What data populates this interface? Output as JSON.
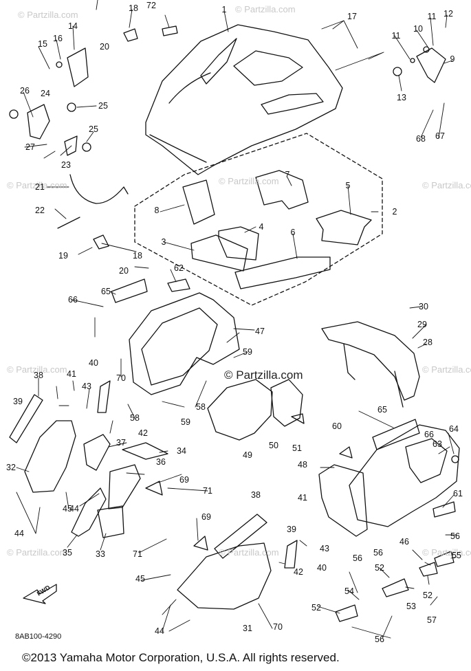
{
  "watermark": "© Partzilla.com",
  "center_watermark": "© Partzilla.com",
  "diagram_code": "8AB100-4290",
  "copyright": "©2013 Yamaha Motor Corporation, U.S.A. All rights reserved.",
  "forward_arrow": "FWD",
  "callouts": [
    "1",
    "2",
    "3",
    "4",
    "5",
    "6",
    "7",
    "8",
    "9",
    "10",
    "11",
    "11",
    "12",
    "13",
    "14",
    "15",
    "16",
    "17",
    "18",
    "18",
    "19",
    "20",
    "20",
    "21",
    "22",
    "23",
    "24",
    "25",
    "25",
    "26",
    "27",
    "28",
    "29",
    "30",
    "31",
    "32",
    "33",
    "34",
    "35",
    "36",
    "37",
    "38",
    "38",
    "39",
    "39",
    "40",
    "40",
    "41",
    "41",
    "42",
    "42",
    "43",
    "43",
    "44",
    "44",
    "44",
    "45",
    "45",
    "46",
    "47",
    "48",
    "49",
    "50",
    "51",
    "52",
    "52",
    "52",
    "53",
    "54",
    "55",
    "56",
    "56",
    "56",
    "56",
    "57",
    "58",
    "58",
    "59",
    "59",
    "60",
    "61",
    "62",
    "63",
    "64",
    "65",
    "65",
    "66",
    "66",
    "67",
    "68",
    "69",
    "69",
    "70",
    "70",
    "71",
    "71",
    "72"
  ]
}
